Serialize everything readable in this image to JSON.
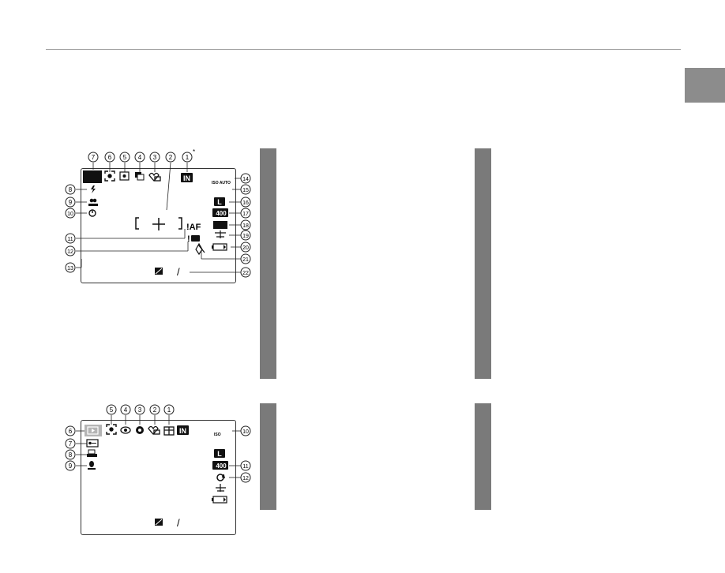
{
  "diagram_shooting": {
    "callouts": [
      "1",
      "2",
      "3",
      "4",
      "5",
      "6",
      "7",
      "8",
      "9",
      "10",
      "11",
      "12",
      "13",
      "14",
      "15",
      "16",
      "17",
      "18",
      "19",
      "20",
      "21",
      "22"
    ],
    "callout_1_sup": "*",
    "in_memory_label": "IN",
    "af_warning": "!AF",
    "iso_auto_label": "ISO AUTO",
    "image_size_label": "L",
    "iso_value": "400",
    "exposure_separator": "/",
    "icons": [
      "internal-memory-icon",
      "focus-frame-icon",
      "silent-mode-icon",
      "continuous-icon",
      "photometry-icon",
      "face-detection-icon",
      "shooting-mode-icon",
      "flash-icon",
      "macro-icon",
      "self-timer-icon",
      "af-warning-icon",
      "blur-warning-icon",
      "image-size-icon",
      "sensitivity-icon",
      "quality-icon",
      "white-balance-icon",
      "battery-icon",
      "dual-is-icon",
      "exposure-compensation-icon"
    ]
  },
  "diagram_playback": {
    "callouts": [
      "1",
      "2",
      "3",
      "4",
      "5",
      "6",
      "7",
      "8",
      "9",
      "10",
      "11",
      "12"
    ],
    "in_memory_label": "IN",
    "iso_label": "ISO",
    "image_size_label": "L",
    "iso_value": "400",
    "exposure_separator": "/",
    "icons": [
      "internal-memory-icon",
      "gift-image-icon",
      "silent-mode-icon",
      "red-eye-removal-icon",
      "red-eye-icon",
      "face-detection-icon",
      "playback-mode-icon",
      "protection-icon",
      "print-order-icon",
      "voice-memo-icon",
      "image-size-icon",
      "sensitivity-icon",
      "rotate-icon",
      "white-balance-icon",
      "battery-icon",
      "exposure-compensation-icon"
    ]
  }
}
